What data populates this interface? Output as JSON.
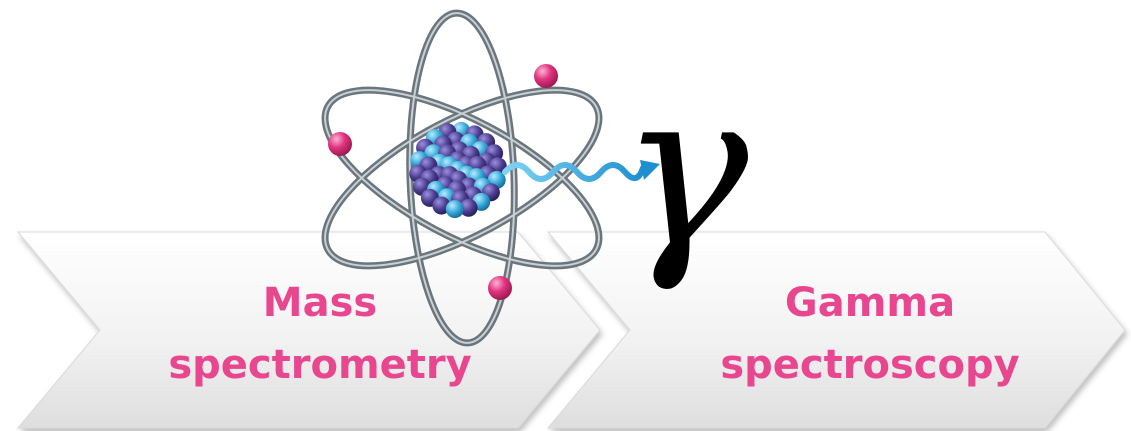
{
  "steps": [
    {
      "line1": "Mass",
      "line2": "spectrometry"
    },
    {
      "line1": "Gamma",
      "line2": "spectroscopy"
    }
  ],
  "gamma_symbol": "γ",
  "colors": {
    "label": "#e8478f",
    "electron": "#e0357f",
    "nucleus_dark": "#4a3c8c",
    "nucleus_light": "#33a6d8",
    "orbit": "#5f6a72",
    "wave": "#2aa0dc"
  },
  "icons": [
    "atom-icon",
    "nucleus-icon",
    "electron-icon",
    "gamma-wave-icon"
  ]
}
